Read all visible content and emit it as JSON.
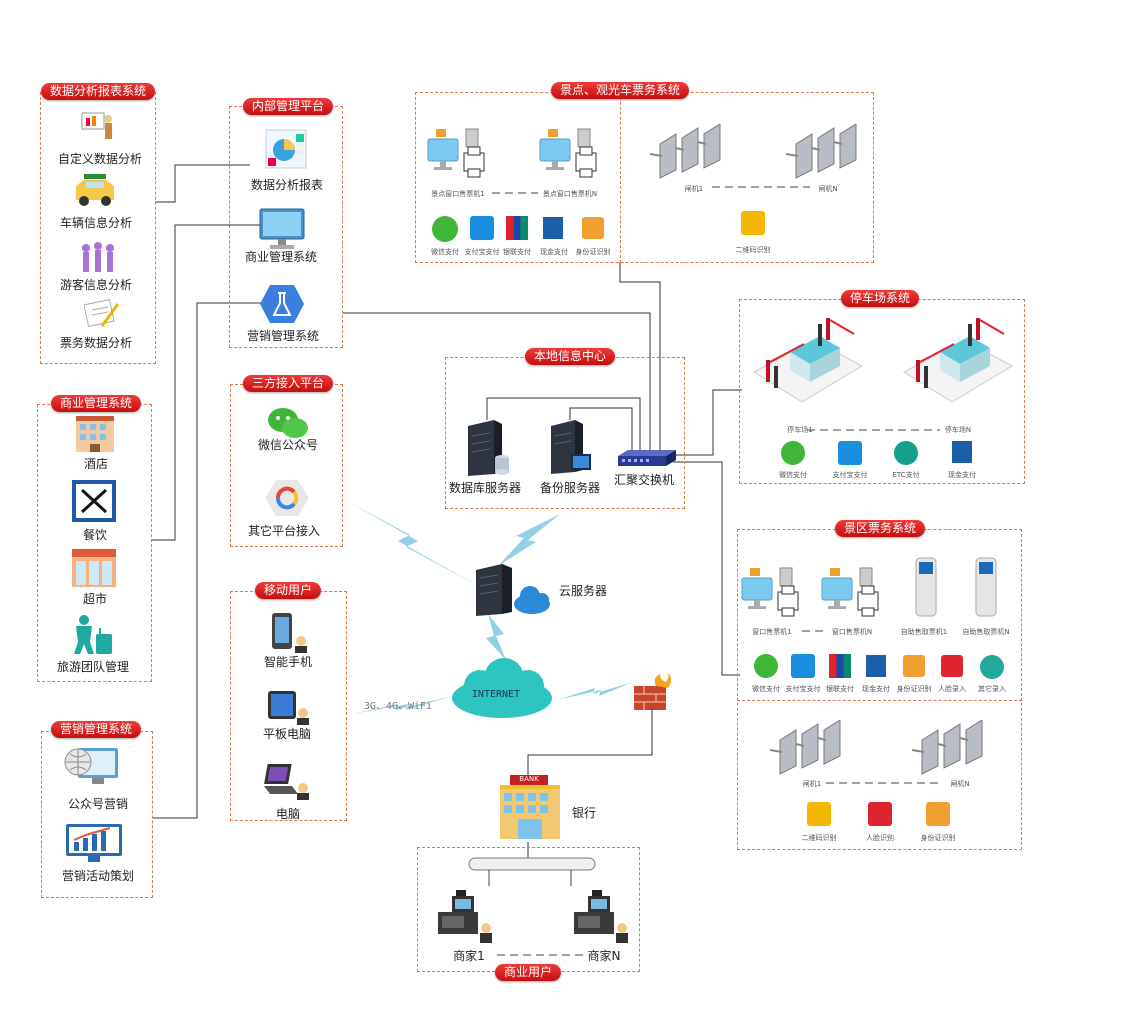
{
  "colors": {
    "title_bg": "#d91e1e",
    "box_border": "#e07a40",
    "link": "#7ec8e3"
  },
  "data_analysis": {
    "title": "数据分析报表系统",
    "items": [
      "自定义数据分析",
      "车辆信息分析",
      "游客信息分析",
      "票务数据分析"
    ]
  },
  "internal_mgmt": {
    "title": "内部管理平台",
    "items": [
      "数据分析报表",
      "商业管理系统",
      "营销管理系统"
    ]
  },
  "commerce_mgmt": {
    "title": "商业管理系统",
    "items": [
      "酒店",
      "餐饮",
      "超市",
      "旅游团队管理"
    ]
  },
  "third_party": {
    "title": "三方接入平台",
    "items": [
      "微信公众号",
      "其它平台接入"
    ]
  },
  "mobile_users": {
    "title": "移动用户",
    "items": [
      "智能手机",
      "平板电脑",
      "电脑"
    ]
  },
  "marketing_mgmt": {
    "title": "营销管理系统",
    "items": [
      "公众号营销",
      "营销活动策划"
    ]
  },
  "scenic_ticket": {
    "title": "景点、观光车票务系统",
    "window1": "景点窗口售票机1",
    "windowN": "景点窗口售票机N",
    "gate1": "闸机1",
    "gateN": "闸机N",
    "payments": [
      "微信支付",
      "支付宝支付",
      "银联支付",
      "现金支付",
      "身份证识别"
    ],
    "qr": "二维码识别"
  },
  "local_center": {
    "title": "本地信息中心",
    "db": "数据库服务器",
    "backup": "备份服务器",
    "switch": "汇聚交换机"
  },
  "parking": {
    "title": "停车场系统",
    "lot1": "停车场1",
    "lotN": "停车场N",
    "payments": [
      "微信支付",
      "支付宝支付",
      "ETC支付",
      "现金支付"
    ]
  },
  "area_ticket": {
    "title": "景区票务系统",
    "window1": "窗口售票机1",
    "windowN": "窗口售票机N",
    "self1": "自助售取票机1",
    "selfN": "自助售取票机N",
    "payments": [
      "微信支付",
      "支付宝支付",
      "银联支付",
      "现金支付",
      "身份证识别",
      "人脸录入",
      "其它录入"
    ],
    "gate1": "闸机1",
    "gateN": "闸机N",
    "bottom": [
      "二维码识别",
      "人脸识别",
      "身份证识别"
    ]
  },
  "center": {
    "cloud_server": "云服务器",
    "internet": "INTERNET",
    "wireless": "3G、4G、WiFi",
    "bank": "银行",
    "bank_sign": "BANK"
  },
  "merchants": {
    "title": "商业用户",
    "m1": "商家1",
    "mN": "商家N"
  }
}
